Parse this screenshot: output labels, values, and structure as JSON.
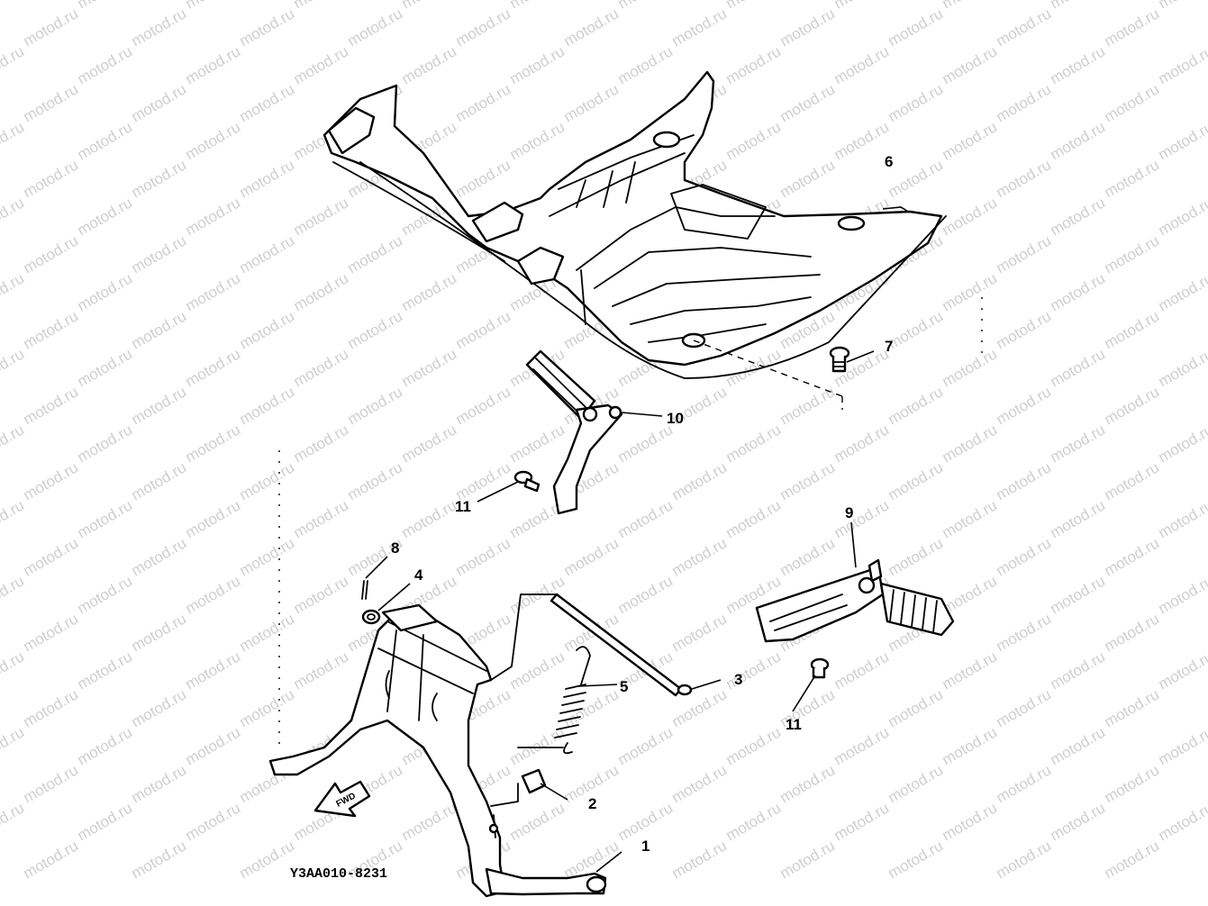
{
  "diagram": {
    "watermark": "motod.ru",
    "drawing_code": "Y3AA010-8231",
    "direction_label": "FWD",
    "callouts": [
      "1",
      "2",
      "3",
      "4",
      "5",
      "6",
      "7",
      "8",
      "9",
      "10",
      "11",
      "11"
    ]
  }
}
